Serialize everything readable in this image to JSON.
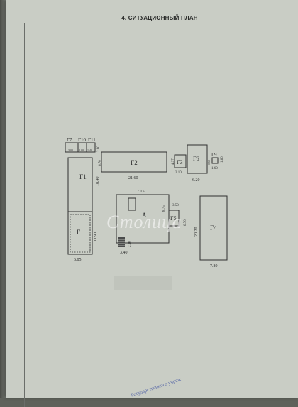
{
  "document": {
    "title": "4. СИТУАЦИОННЫЙ ПЛАН",
    "watermark": "Столица",
    "stamp_text": "Государственного учреж"
  },
  "buildings": {
    "g7": "Г7",
    "g10": "Г10",
    "g11": "Г11",
    "g1": "Г1",
    "g": "Г",
    "g2": "Г2",
    "g3": "Г3",
    "g6": "Г6",
    "g9": "Г9",
    "a": "А",
    "g4": "Г4",
    "g5": "Г5"
  },
  "dimensions": {
    "g7_w": "3.00",
    "g10_w": "2.00",
    "g11_w": "1.40",
    "g11_h": "2.80",
    "g1_h": "18.40",
    "g_h": "11.90",
    "g1_w": "6.85",
    "g2_h": "6.70",
    "g2_w": "21.60",
    "g3_h": "4.37",
    "g3_w": "3.10",
    "g6_w": "6.20",
    "g9_h1": "0.60",
    "g9_h2": "1.60",
    "g9_w": "1.60",
    "a_w": "17.15",
    "a_ext_h": "3.50",
    "a_right_h": "8.75",
    "g5_h": "6.70",
    "stair_h": "2.10",
    "stair_w": "3.40",
    "g4_h": "20.20",
    "g4_w": "7.80"
  }
}
